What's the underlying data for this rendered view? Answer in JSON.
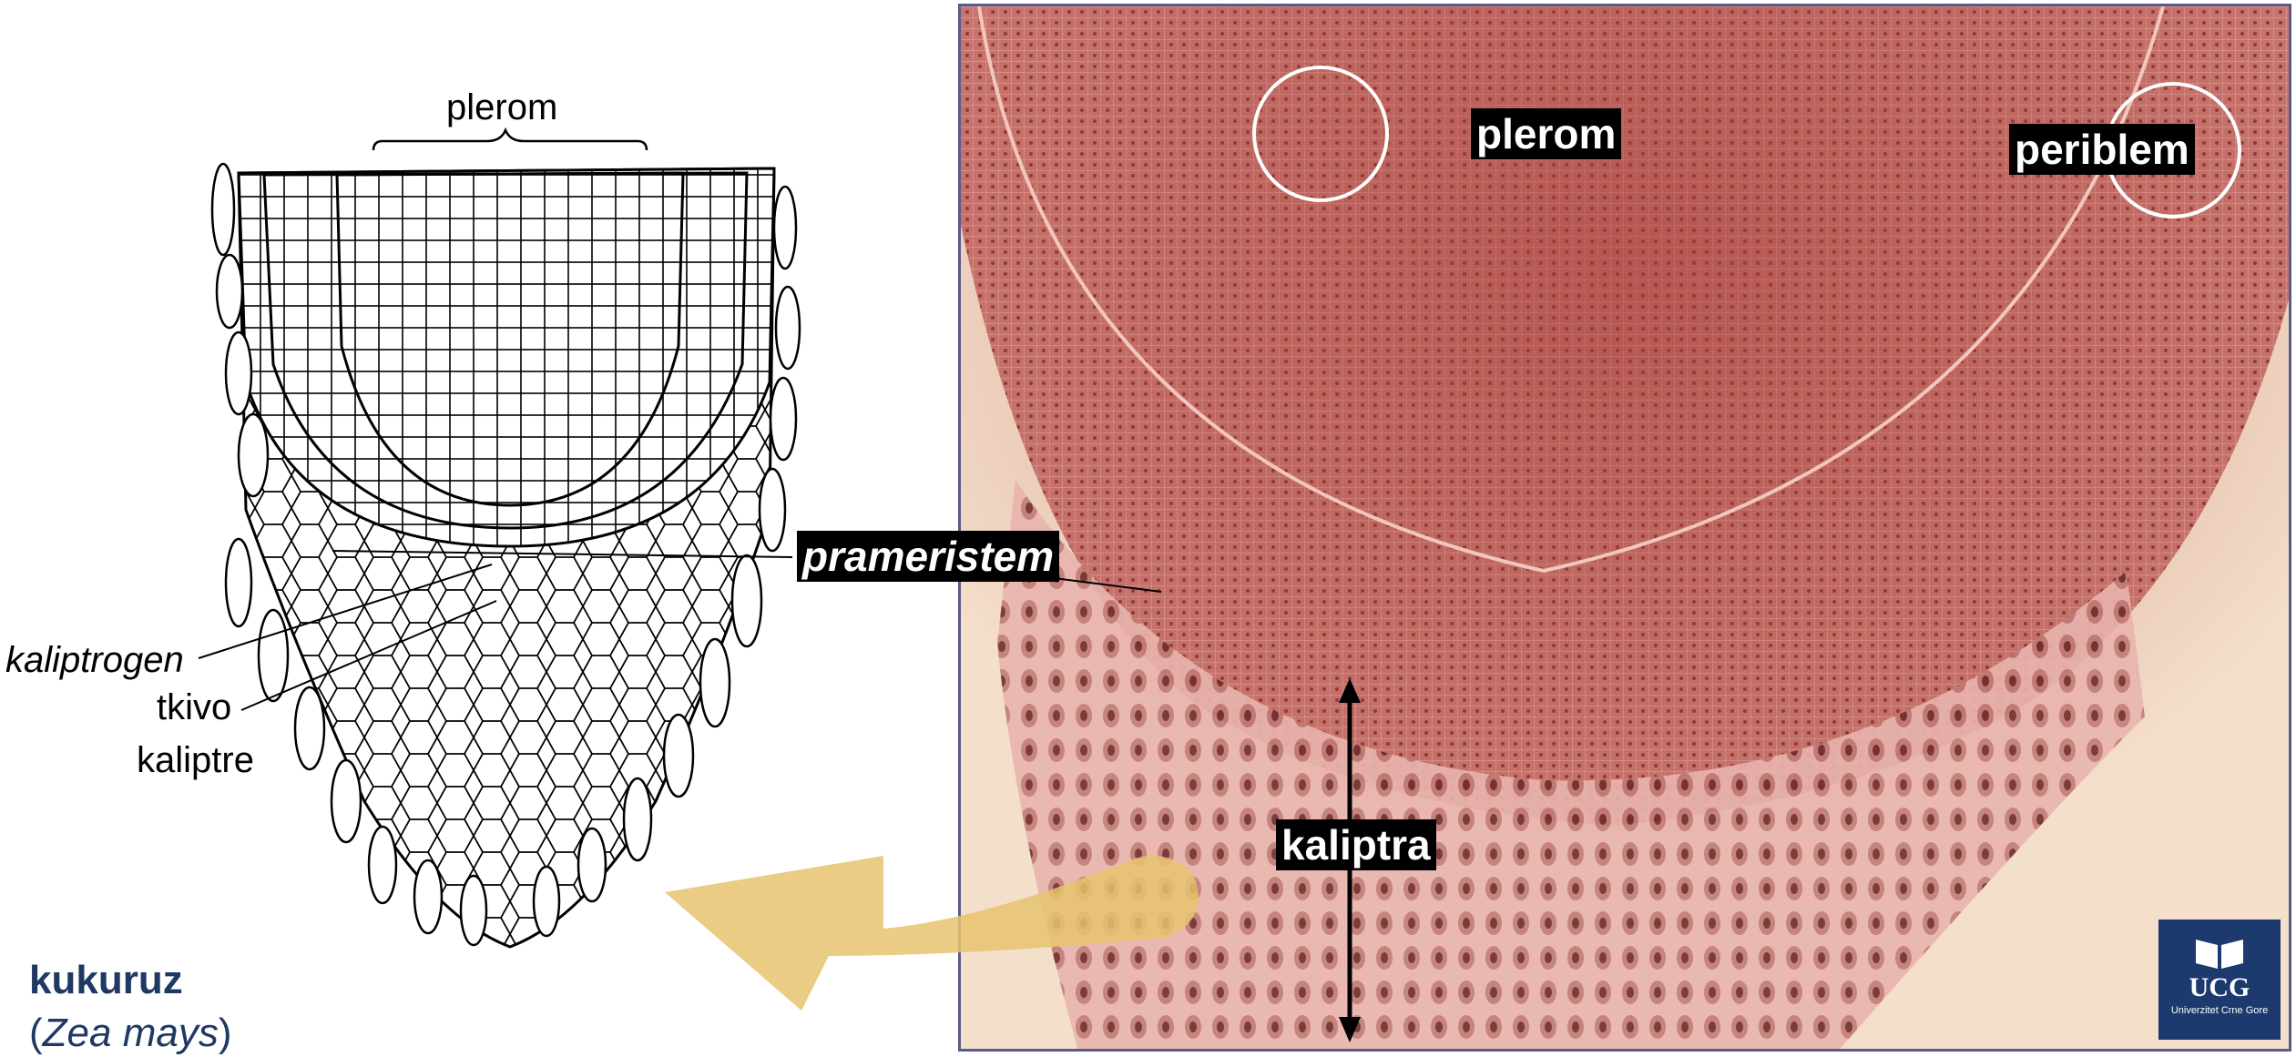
{
  "drawing": {
    "label_plerom": "plerom",
    "label_kaliptrogen": "kaliptrogen",
    "label_tkivo": "tkivo",
    "label_kaliptre": "kaliptre"
  },
  "caption": {
    "name": "kukuruz",
    "paren_open": "(",
    "latin": "Zea mays",
    "paren_close": ")"
  },
  "photo": {
    "tag_plerom": "plerom",
    "tag_periblem": "periblem",
    "tag_prameristem": "prameristem",
    "tag_kaliptra": "kaliptra"
  },
  "logo": {
    "text": "UCG",
    "subtext": "Univerzitet Crne Gore",
    "color": "#1c3a6e"
  },
  "colors": {
    "arrow": "#e6c36e",
    "tissue": "#c96a64",
    "background_photo": "#f3dcc6"
  }
}
